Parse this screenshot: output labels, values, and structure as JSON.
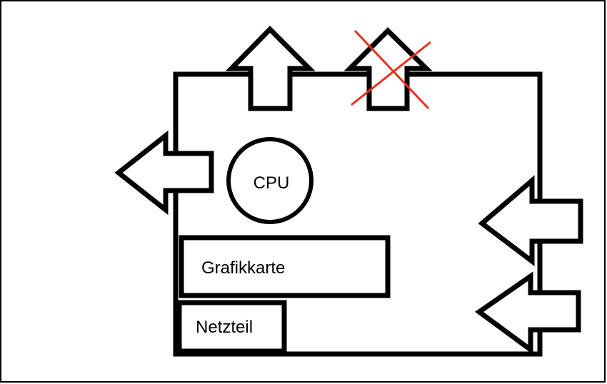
{
  "labels": {
    "cpu": "CPU",
    "gpu": "Grafikkarte",
    "psu": "Netzteil"
  },
  "colors": {
    "stroke": "#000000",
    "cross": "#e8301c",
    "background": "#ffffff"
  },
  "arrows": [
    {
      "name": "top-exhaust-arrow-1",
      "direction": "up",
      "blocked": false
    },
    {
      "name": "top-exhaust-arrow-2",
      "direction": "up",
      "blocked": true
    },
    {
      "name": "rear-exhaust-arrow",
      "direction": "left",
      "blocked": false
    },
    {
      "name": "front-intake-arrow-1",
      "direction": "left",
      "blocked": false
    },
    {
      "name": "front-intake-arrow-2",
      "direction": "left",
      "blocked": false
    }
  ]
}
